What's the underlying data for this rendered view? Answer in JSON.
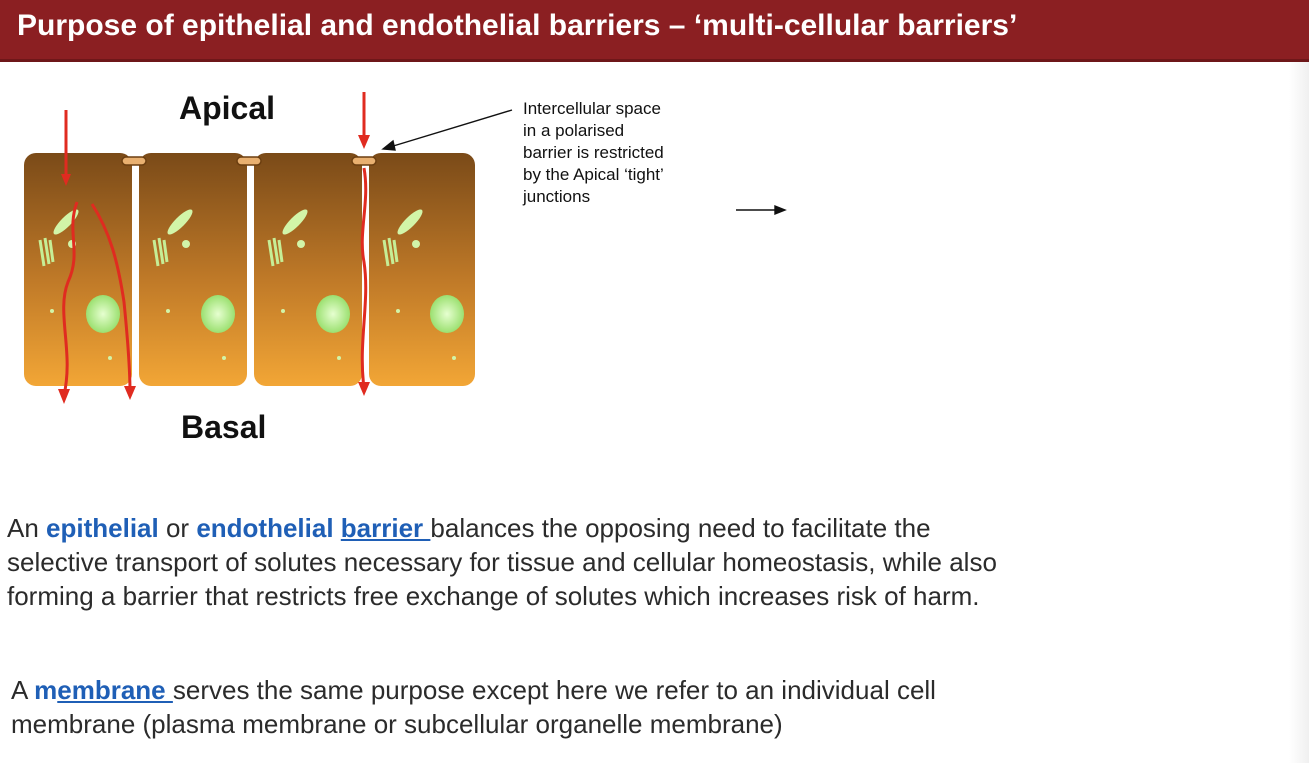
{
  "slide": {
    "title": "Purpose of epithelial and endothelial barriers – ‘multi-cellular barriers’"
  },
  "diagram": {
    "apical_label": "Apical",
    "basal_label": "Basal",
    "callout_lines": [
      "Intercellular space",
      "in a polarised",
      "barrier is restricted",
      "by the Apical ‘tight’",
      "junctions"
    ]
  },
  "paragraph1": {
    "lead": "An ",
    "term1": "epithelial",
    "mid": " or ",
    "term2": "endothelial",
    "space": " ",
    "term3_link": "barrier ",
    "line1_rest": "balances the opposing need to facilitate the",
    "line2": "selective transport of solutes necessary for tissue and cellular homeostasis, while also",
    "line3": "forming a barrier that restricts free exchange of solutes which increases risk of harm."
  },
  "paragraph2": {
    "lead": "A ",
    "term_m": "m",
    "term_link": "embrane ",
    "line1_rest": "serves the same purpose except here we refer to an individual cell",
    "line2": "membrane (plasma membrane or subcellular organelle membrane)"
  },
  "colors": {
    "title_bar": "#8b1f22",
    "term_blue": "#1f5fb6",
    "arrow_red": "#e02b20",
    "cell_top": "#7a4a18",
    "cell_bottom": "#f0a030",
    "organelle_green": "#c8f590"
  }
}
